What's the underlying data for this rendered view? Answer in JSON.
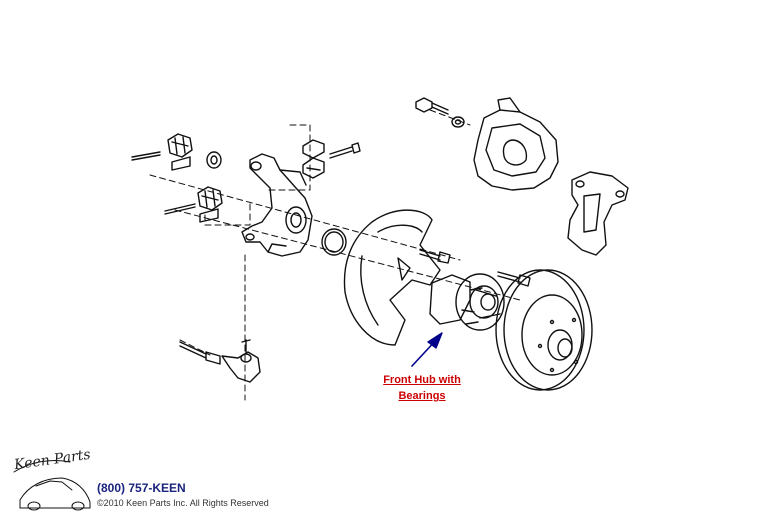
{
  "callout": {
    "line1": "Front Hub with",
    "line2": "Bearings",
    "color": "#cc0000",
    "arrow_color": "#00008b"
  },
  "footer": {
    "phone": "(800) 757-KEEN",
    "copyright": "©2010 Keen Parts Inc. All Rights Reserved"
  },
  "logo": {
    "text": "Keen Parts",
    "icon": "corvette-car-icon"
  }
}
